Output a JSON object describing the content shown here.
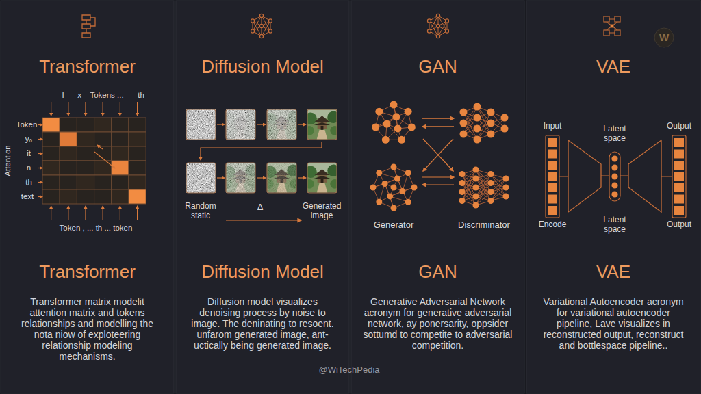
{
  "diagram": {
    "nodes": [
      {
        "text": [
          "Transformer",
          "Transformer",
          "Transformer matrix modelit attention matrix and tokens relationships and modelling the nota niow of exploteering relationship modeling mechanisms."
        ]
      },
      {
        "text": [
          "Diffusion Model",
          "Diffusion Model",
          "Diffusion model visualizes denoising process by noise to image. The deninating to resoent. unfarom generated image, ant-uctically being generated image."
        ]
      },
      {
        "text": [
          "GAN",
          "GAN",
          "Generative Adversarial Network acronym for generative adversarial network, ay ponersarity, oppsider sottumd to competite to adversarial competition."
        ]
      },
      {
        "text": [
          "Generator"
        ],
        "in": 2
      },
      {
        "text": [
          "Discriminator"
        ],
        "in": 2
      },
      {
        "text": [
          "VAE",
          "VAE",
          "Variational Autoencoder acronym for variational autoencoder pipeline, Lave visualizes in reconstructed output, reconstruct and bottlespace pipeline.."
        ]
      }
    ],
    "edges": [
      {
        "from": 3,
        "to": 4,
        "arrow": "to"
      },
      {
        "from": 4,
        "to": 3,
        "arrow": "to"
      }
    ],
    "labels": [
      "I",
      "x",
      "Tokens ...",
      "th",
      "Token",
      "y₀",
      "it",
      "n",
      "th",
      "text",
      "Attention",
      "Token , ... th ... token",
      "Random static",
      "Δ",
      "Generated image",
      "Input",
      "Latent space",
      "Output",
      "Encode",
      "Latent space",
      "Output",
      "@WiTechPedia",
      "W"
    ]
  }
}
